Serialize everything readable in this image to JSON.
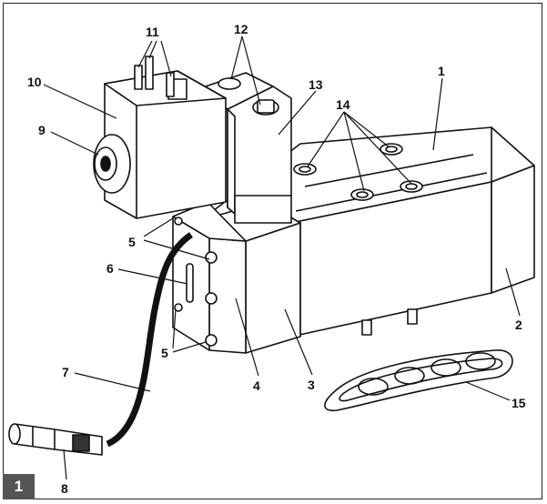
{
  "figure": {
    "number": "1"
  },
  "callouts": {
    "c1": "1",
    "c2": "2",
    "c3": "3",
    "c4": "4",
    "c5a": "5",
    "c5b": "5",
    "c6": "6",
    "c7": "7",
    "c8": "8",
    "c9": "9",
    "c10": "10",
    "c11": "11",
    "c12": "12",
    "c13": "13",
    "c14": "14",
    "c15": "15"
  }
}
